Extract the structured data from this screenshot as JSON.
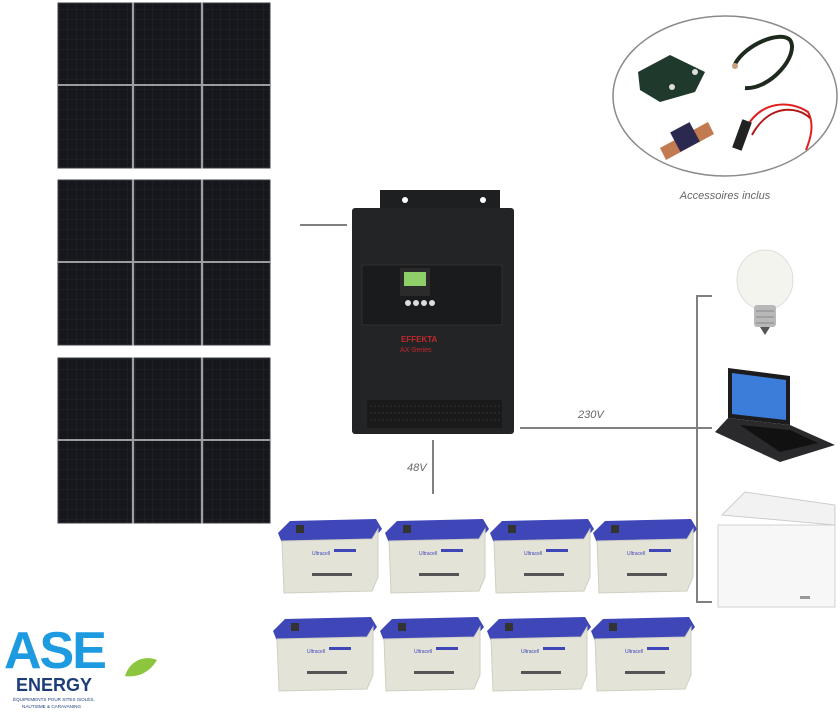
{
  "labels": {
    "accessories_caption": "Accessoires inclus",
    "ac_voltage": "230V",
    "dc_voltage": "48V"
  },
  "inverter": {
    "brand": "EFFEKTA",
    "model": "AX-Series"
  },
  "battery": {
    "brand": "Ultracell"
  },
  "logo": {
    "name": "ASE",
    "sub": "ENERGY",
    "tagline_1": "ÉQUIPEMENTS POUR SITES ISOLÉS,",
    "tagline_2": "NAUTISME & CARAVANING"
  },
  "colors": {
    "panel": "#15171c",
    "wire": "#808080",
    "logo_blue": "#1e9be0",
    "logo_navy": "#1c3d78",
    "logo_leaf": "#8cc63f",
    "battery_lid": "#3f46b8",
    "battery_body": "#e3e3d8"
  }
}
